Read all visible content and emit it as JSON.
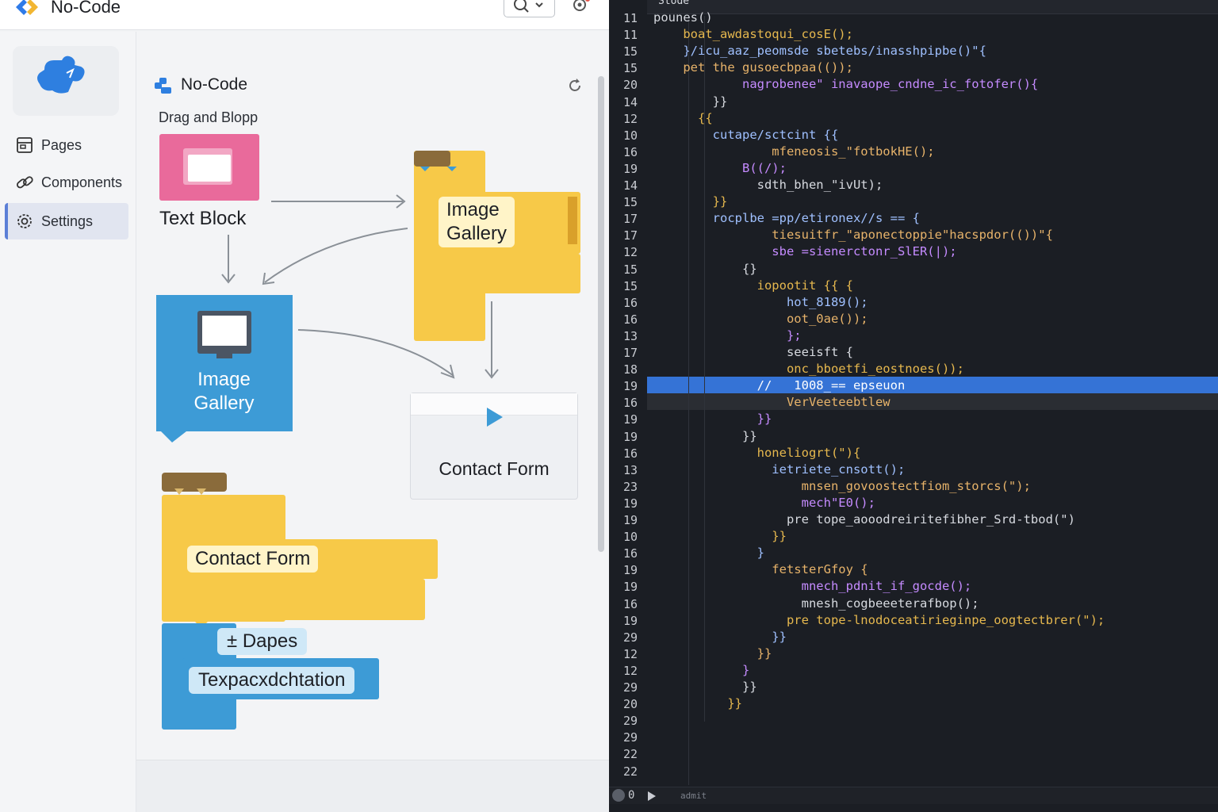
{
  "app": {
    "title": "No-Code"
  },
  "sidebar": {
    "items": [
      {
        "label": "Pages",
        "icon": "pages-icon"
      },
      {
        "label": "Components",
        "icon": "link-icon"
      },
      {
        "label": "Settings",
        "icon": "gear-icon",
        "active": true
      }
    ]
  },
  "canvas": {
    "title": "No-Code",
    "subtitle": "Drag and Blopp",
    "blocks": {
      "text_block": "Text Block",
      "image_gallery_yellow": "Image\nGallery",
      "image_gallery_blue_1": "Image",
      "image_gallery_blue_2": "Gallery",
      "contact_form_card": "Contact Form",
      "contact_form_stack": "Contact Form",
      "dapes": "± Dapes",
      "texpac": "Texpacxdchtation"
    }
  },
  "colors": {
    "accent": "#3573d6",
    "yellow": "#f7c948",
    "blue": "#3d9bd6",
    "pink": "#e96a9b"
  },
  "code": {
    "header": "Stode",
    "lines": [
      {
        "n": "11",
        "t": "pounes()"
      },
      {
        "n": "11",
        "t": "    boat_awdastoqui_cosE();"
      },
      {
        "n": "15",
        "t": "    }/icu_aaz_peomsde sbetebs/inasshpipbe()\"{"
      },
      {
        "n": "15",
        "t": "    pet the gusoecbpaa(());"
      },
      {
        "n": "20",
        "t": "            nagrobenee\" inavaope_cndne_ic_fotofer(){"
      },
      {
        "n": "14",
        "t": "        }}"
      },
      {
        "n": "12",
        "t": "      {{"
      },
      {
        "n": "10",
        "t": "        cutape/sctcint {{"
      },
      {
        "n": "16",
        "t": "                mfeneosis_\"fotbokHE();"
      },
      {
        "n": "19",
        "t": "            B((/);"
      },
      {
        "n": "14",
        "t": "              sdth_bhen_\"ivUt);"
      },
      {
        "n": "15",
        "t": "        }}"
      },
      {
        "n": "17",
        "t": "        rocplbe =pp/etironex//s == {"
      },
      {
        "n": "17",
        "t": "                tiesuitfr_\"aponectoppie\"hacspdor(())\"{"
      },
      {
        "n": "12",
        "t": "                sbe =sienerctonr_SlER(|);"
      },
      {
        "n": "15",
        "t": "            {}"
      },
      {
        "n": "15",
        "t": "              iopootit {{ {"
      },
      {
        "n": "16",
        "t": "                  hot_8189();"
      },
      {
        "n": "16",
        "t": "                  oot_0ae());"
      },
      {
        "n": "13",
        "t": "                  };"
      },
      {
        "n": "17",
        "t": "                  seeisft {"
      },
      {
        "n": "18",
        "t": "                  onc_bboetfi_eostnoes());"
      },
      {
        "n": "19",
        "t": "              //   1008_== epseuon"
      },
      {
        "n": "16",
        "t": "                  VerVeeteebtlew"
      },
      {
        "n": "19",
        "t": "              }}"
      },
      {
        "n": "19",
        "t": "            }}"
      },
      {
        "n": "16",
        "t": "              honeliogrt(\"){"
      },
      {
        "n": "13",
        "t": "                ietriete_cnsott();"
      },
      {
        "n": "23",
        "t": "                    mnsen_govoostectfiom_storcs(\");"
      },
      {
        "n": "19",
        "t": "                    mech\"E0();"
      },
      {
        "n": "19",
        "t": "                  pre tope_aooodreiritefibher_Srd-tbod(\")"
      },
      {
        "n": "10",
        "t": "                }}"
      },
      {
        "n": "16",
        "t": "              }"
      },
      {
        "n": "19",
        "t": "                fetsterGfoy {"
      },
      {
        "n": "19",
        "t": "                    mnech_pdnit_if_gocde();"
      },
      {
        "n": "16",
        "t": "                    mnesh_cogbeeeterafbop();"
      },
      {
        "n": "19",
        "t": "                  pre tope-lnodoceatirieginpe_oogtectbrer(\");"
      },
      {
        "n": "29",
        "t": "                }}"
      },
      {
        "n": "12",
        "t": "              }}"
      },
      {
        "n": "12",
        "t": "            }"
      },
      {
        "n": "29",
        "t": "            }}"
      },
      {
        "n": "20",
        "t": "          }}"
      },
      {
        "n": "29",
        "t": ""
      },
      {
        "n": "29",
        "t": ""
      },
      {
        "n": "22",
        "t": ""
      },
      {
        "n": "22",
        "t": ""
      }
    ],
    "status_line": "0",
    "status_text": "admit"
  }
}
